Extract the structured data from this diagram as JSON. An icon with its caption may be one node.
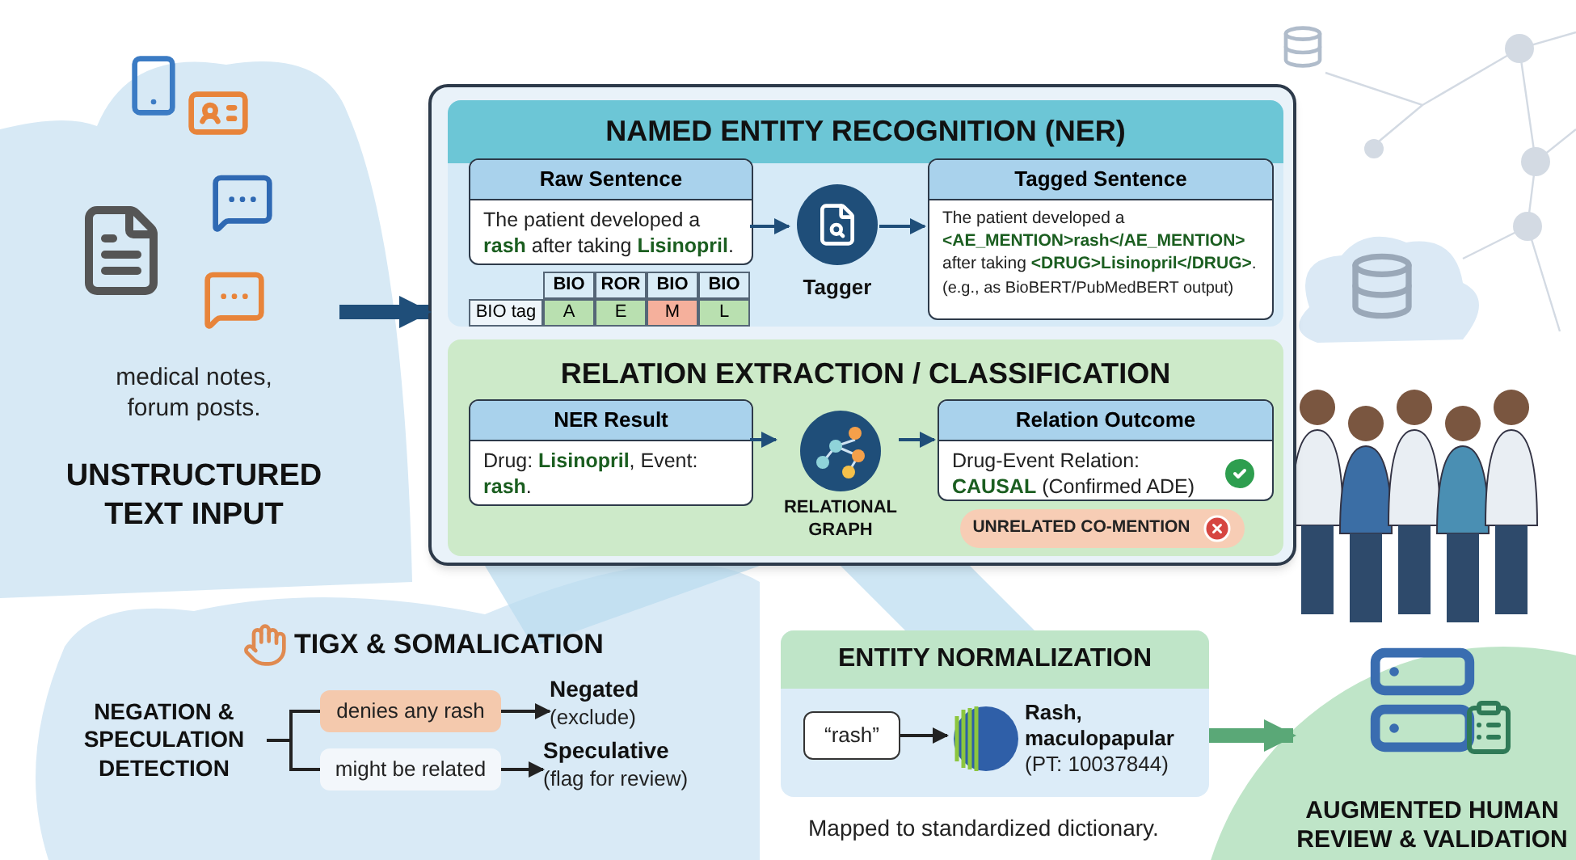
{
  "diagram": {
    "nodes": [
      {
        "text": [
          "medical notes, forum posts.",
          "UNSTRUCTURED TEXT INPUT"
        ]
      },
      {
        "text": [],
        "shape": "box"
      },
      {
        "text": [
          "NAMED ENTITY RECOGNITION (NER)"
        ],
        "in": 1
      },
      {
        "text": [
          "Raw Sentence",
          "The patient developed a **rash** after taking **Lisinopril**."
        ],
        "in": 2
      },
      {
        "text": [
          "Tagger"
        ],
        "in": 2
      },
      {
        "text": [
          "Tagged Sentence",
          "The patient developed a **<AE_MENTION>rash</AE_MENTION>** after taking **<DRUG>Lisinopril</DRUG>**.",
          "(e.g., as BioBERT/PubMedBERT output)"
        ],
        "in": 2
      },
      {
        "text": [
          "RELATION EXTRACTION / CLASSIFICATION"
        ],
        "in": 1
      },
      {
        "text": [
          "NER Result",
          "Drug: **Lisinopril**, Event: **rash**."
        ],
        "in": 6
      },
      {
        "text": [
          "RELATIONAL GRAPH"
        ],
        "in": 6
      },
      {
        "text": [
          "Relation Outcome",
          "Drug-Event Relation: **CAUSAL** (Confirmed ADE)"
        ],
        "in": 6
      },
      {
        "text": [
          "UNRELATED CO-MENTION"
        ],
        "in": 6
      },
      {
        "text": [
          "NEGATION & SPECULATION DETECTION"
        ]
      },
      {
        "text": [
          "denies any rash"
        ]
      },
      {
        "text": [
          "might be related"
        ]
      },
      {
        "text": [
          "Negated",
          "(exclude)"
        ]
      },
      {
        "text": [
          "Speculative",
          "(flag for review)"
        ]
      },
      {
        "text": [
          "ENTITY NORMALIZATION"
        ],
        "beside": [
          "Mapped to standardized dictionary."
        ]
      },
      {
        "text": [
          "“rash”"
        ],
        "in": 16
      },
      {
        "text": [
          "Rash, maculopapular",
          "(PT: 10037844)"
        ],
        "in": 16
      },
      {
        "text": [
          "AUGMENTED HUMAN REVIEW & VALIDATION"
        ]
      }
    ],
    "edges": [
      {
        "from": 0,
        "to": 1,
        "arrow": "to",
        "style": "thick",
        "color": "#1f4e79"
      },
      {
        "from": 3,
        "to": 4,
        "arrow": "to",
        "color": "#1f4e79"
      },
      {
        "from": 4,
        "to": 5,
        "arrow": "to",
        "color": "#1f4e79"
      },
      {
        "from": 7,
        "to": 8,
        "arrow": "to",
        "color": "#1f4e79"
      },
      {
        "from": 8,
        "to": 9,
        "arrow": "to",
        "color": "#1f4e79"
      },
      {
        "from": 11,
        "to": 12,
        "arrow": "none"
      },
      {
        "from": 11,
        "to": 13,
        "arrow": "none"
      },
      {
        "from": 12,
        "to": 14,
        "arrow": "to"
      },
      {
        "from": 13,
        "to": 15,
        "arrow": "to"
      },
      {
        "from": 17,
        "to": 18,
        "arrow": "to"
      },
      {
        "from": 16,
        "to": 19,
        "arrow": "to",
        "style": "thick",
        "color": "#5aa877"
      }
    ],
    "labels": [
      "BIO",
      "ROR",
      "BIO",
      "BIO",
      "BIO tag",
      "A",
      "E",
      "M",
      "L",
      "TIGX & SOMALICATION"
    ]
  }
}
